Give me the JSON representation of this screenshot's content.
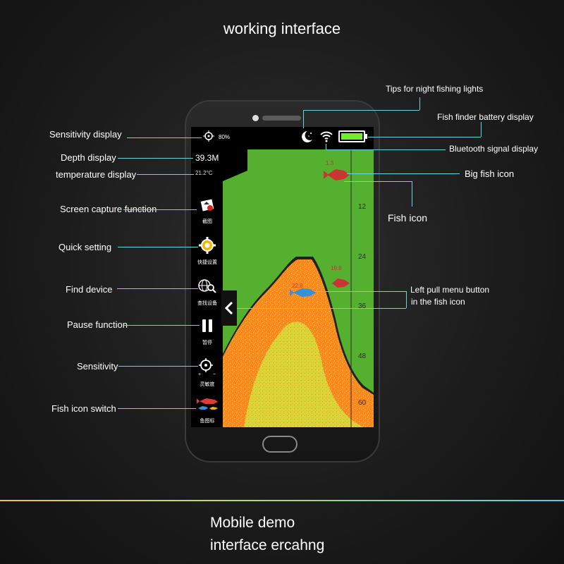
{
  "heading": "working interface",
  "footer": {
    "line1": "Mobile demo",
    "line2": "interface ercahng"
  },
  "screen": {
    "sensitivity": "80%",
    "depth": "39.3M",
    "temperature": "21.2°C",
    "big_fish_depth": "1.3",
    "fish_depths": [
      "19.8",
      "22.6"
    ],
    "depth_ticks": [
      "12",
      "24",
      "36",
      "48",
      "60"
    ],
    "sidebar": [
      {
        "icon": "camera-icon",
        "label": "截图"
      },
      {
        "icon": "gear-icon",
        "label": "快捷设置"
      },
      {
        "icon": "globe-search-icon",
        "label": "查找设备"
      },
      {
        "icon": "pause-icon",
        "label": "暂停"
      },
      {
        "icon": "crosshair-icon",
        "label": "灵敏度"
      },
      {
        "icon": "fish-icon",
        "label": "鱼图标"
      }
    ]
  },
  "annotations": {
    "sensitivity_display": "Sensitivity display",
    "depth_display": "Depth display",
    "temperature_display": "temperature display",
    "screen_capture": "Screen capture function",
    "quick_setting": "Quick setting",
    "find_device": "Find device",
    "pause": "Pause function",
    "sensitivity": "Sensitivity",
    "fish_icon_switch": "Fish icon switch",
    "night_lights": "Tips for night fishing lights",
    "battery": "Fish finder battery display",
    "bluetooth": "Bluetooth signal display",
    "big_fish": "Big fish icon",
    "fish_icon": "Fish icon",
    "left_pull_1": "Left pull menu button",
    "left_pull_2": "in the fish icon"
  },
  "colors": {
    "annotation_line": "#6ad3e0",
    "sonar_bg": "#55b030",
    "terrain_orange": "#f58a1f",
    "battery": "#6cf02a"
  }
}
